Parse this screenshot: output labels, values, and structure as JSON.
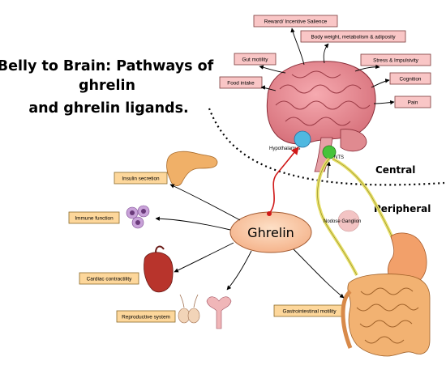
{
  "title": {
    "line1": "Belly to Brain: Pathways of",
    "line2": "ghrelin",
    "line3": "and ghrelin ligands."
  },
  "center_label": "Ghrelin",
  "brain_effects": {
    "reward": "Reward/ Incentive Salience",
    "body_weight": "Body weight, metabolism & adiposity",
    "gut_motility": "Gut motility",
    "stress": "Stress & Impulsivity",
    "food_intake": "Food intake",
    "cognition": "Cognition",
    "pain": "Pain"
  },
  "peripheral_effects": {
    "insulin": "Insulin secretion",
    "immune": "Immune function",
    "cardiac": "Cardiac contractility",
    "reproductive": "Reproductive system",
    "gi": "Gastrointestinal motility"
  },
  "labels": {
    "hypothalamus": "Hypothalamus",
    "nts": "NTS",
    "nodose": "Nodose Ganglion",
    "central": "Central",
    "peripheral": "Peripheral"
  }
}
